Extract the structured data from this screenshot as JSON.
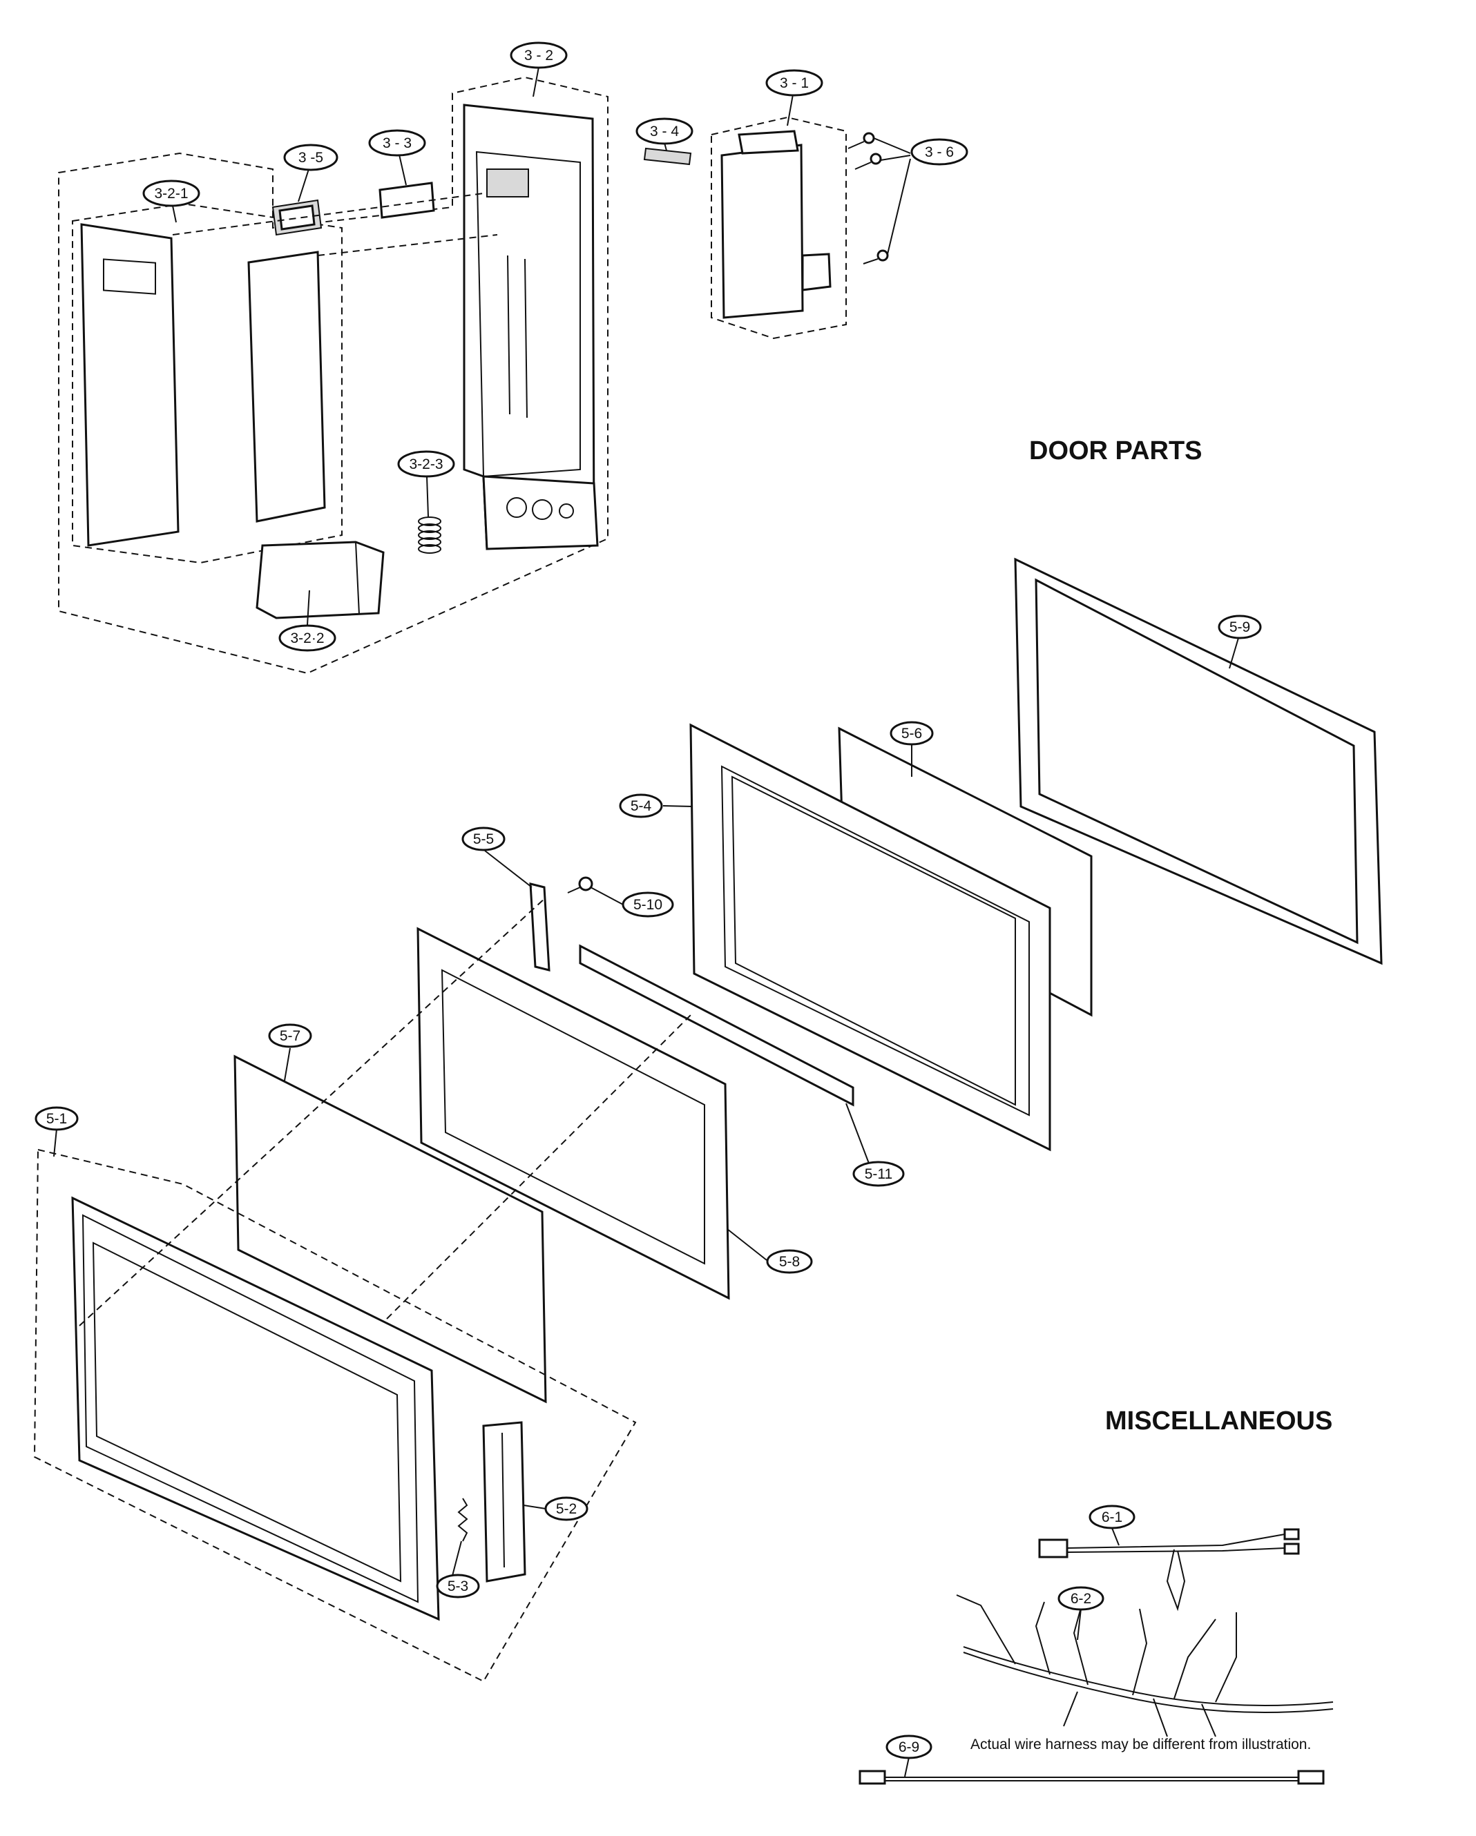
{
  "headings": {
    "door_parts": "DOOR PARTS",
    "miscellaneous": "MISCELLANEOUS"
  },
  "note": "Actual wire harness may be different from illustration.",
  "callouts": {
    "p3_2": "3 - 2",
    "p3_1": "3 - 1",
    "p3_4": "3 - 4",
    "p3_3": "3 - 3",
    "p3_5": "3 -5",
    "p3_6": "3 - 6",
    "p3_2_1": "3-2-1",
    "p3_2_3": "3-2-3",
    "p3_2_2": "3-2·2",
    "p5_9": "5-9",
    "p5_6": "5-6",
    "p5_4": "5-4",
    "p5_5": "5-5",
    "p5_10": "5-10",
    "p5_7": "5-7",
    "p5_1": "5-1",
    "p5_11": "5-11",
    "p5_8": "5-8",
    "p5_2": "5-2",
    "p5_3": "5-3",
    "p6_1": "6-1",
    "p6_2": "6-2",
    "p6_9": "6-9"
  }
}
